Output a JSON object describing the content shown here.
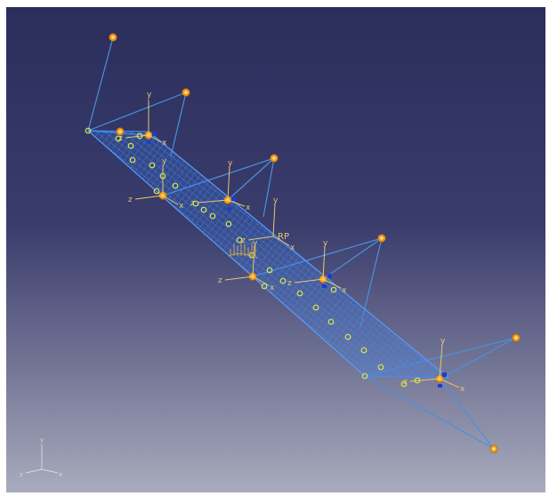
{
  "viewport": {
    "reference_point_label": "RP",
    "axis_x": "x",
    "axis_y": "y",
    "axis_z": "z",
    "triad_x": "x",
    "triad_y": "y",
    "triad_z": "z"
  },
  "colors": {
    "background_top": "#2b2d5b",
    "background_bottom": "#a9abbd",
    "mesh": "#3f8fff",
    "connector": "#4a90e0",
    "node": "#d6e84c",
    "axis": "#e6c86e",
    "marker": "#f0a020"
  }
}
